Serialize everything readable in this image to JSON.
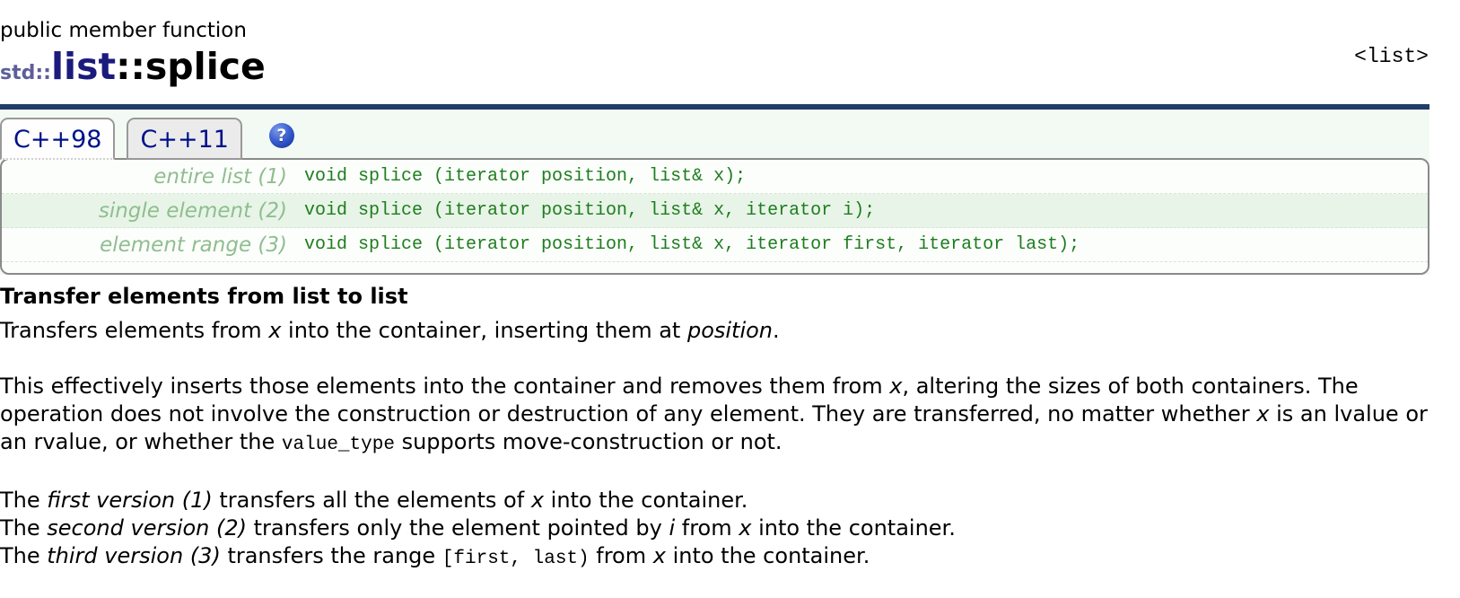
{
  "page": {
    "kicker": "public member function",
    "title": {
      "namespace": "std::",
      "class": "list",
      "member": "::splice"
    },
    "header_reference": "<list>",
    "rule_color": "#203e69"
  },
  "tabs": {
    "items": [
      {
        "label": "C++98",
        "active": true
      },
      {
        "label": "C++11",
        "active": false
      }
    ],
    "help_icon": {
      "glyph": "?",
      "color": "#2a50c4"
    }
  },
  "prototypes": {
    "label_color": "#8fbe8f",
    "code_color": "#1e7d1e",
    "rows": [
      {
        "label": "entire list (1)",
        "code": "void splice (iterator position, list& x);"
      },
      {
        "label": "single element (2)",
        "code": "void splice (iterator position, list& x, iterator i);"
      },
      {
        "label": "element range (3)",
        "code": "void splice (iterator position, list& x, iterator first, iterator last);"
      }
    ]
  },
  "content": {
    "heading": "Transfer elements from list to list",
    "intro_runs": [
      {
        "t": "Transfers elements from "
      },
      {
        "t": "x",
        "s": "i"
      },
      {
        "t": " into the container, inserting them at "
      },
      {
        "t": "position",
        "s": "i"
      },
      {
        "t": "."
      }
    ],
    "description_runs": [
      {
        "t": "This effectively inserts those elements into the container and removes them from "
      },
      {
        "t": "x",
        "s": "i"
      },
      {
        "t": ", altering the sizes of both containers. The operation does not involve the construction or destruction of any element. They are transferred, no matter whether "
      },
      {
        "t": "x",
        "s": "i"
      },
      {
        "t": " is an lvalue or an rvalue, or whether the "
      },
      {
        "t": "value_type",
        "s": "m"
      },
      {
        "t": " supports move-construction or not."
      }
    ],
    "version_lines": [
      {
        "runs": [
          {
            "t": "The "
          },
          {
            "t": "first version (1)",
            "s": "i"
          },
          {
            "t": " transfers all the elements of "
          },
          {
            "t": "x",
            "s": "i"
          },
          {
            "t": " into the container."
          }
        ]
      },
      {
        "runs": [
          {
            "t": "The "
          },
          {
            "t": "second version (2)",
            "s": "i"
          },
          {
            "t": " transfers only the element pointed by "
          },
          {
            "t": "i",
            "s": "i"
          },
          {
            "t": " from "
          },
          {
            "t": "x",
            "s": "i"
          },
          {
            "t": " into the container."
          }
        ]
      },
      {
        "runs": [
          {
            "t": "The "
          },
          {
            "t": "third version (3)",
            "s": "i"
          },
          {
            "t": " transfers the range "
          },
          {
            "t": "[first, last)",
            "s": "m"
          },
          {
            "t": " from "
          },
          {
            "t": "x",
            "s": "i"
          },
          {
            "t": " into the container."
          }
        ]
      }
    ]
  }
}
